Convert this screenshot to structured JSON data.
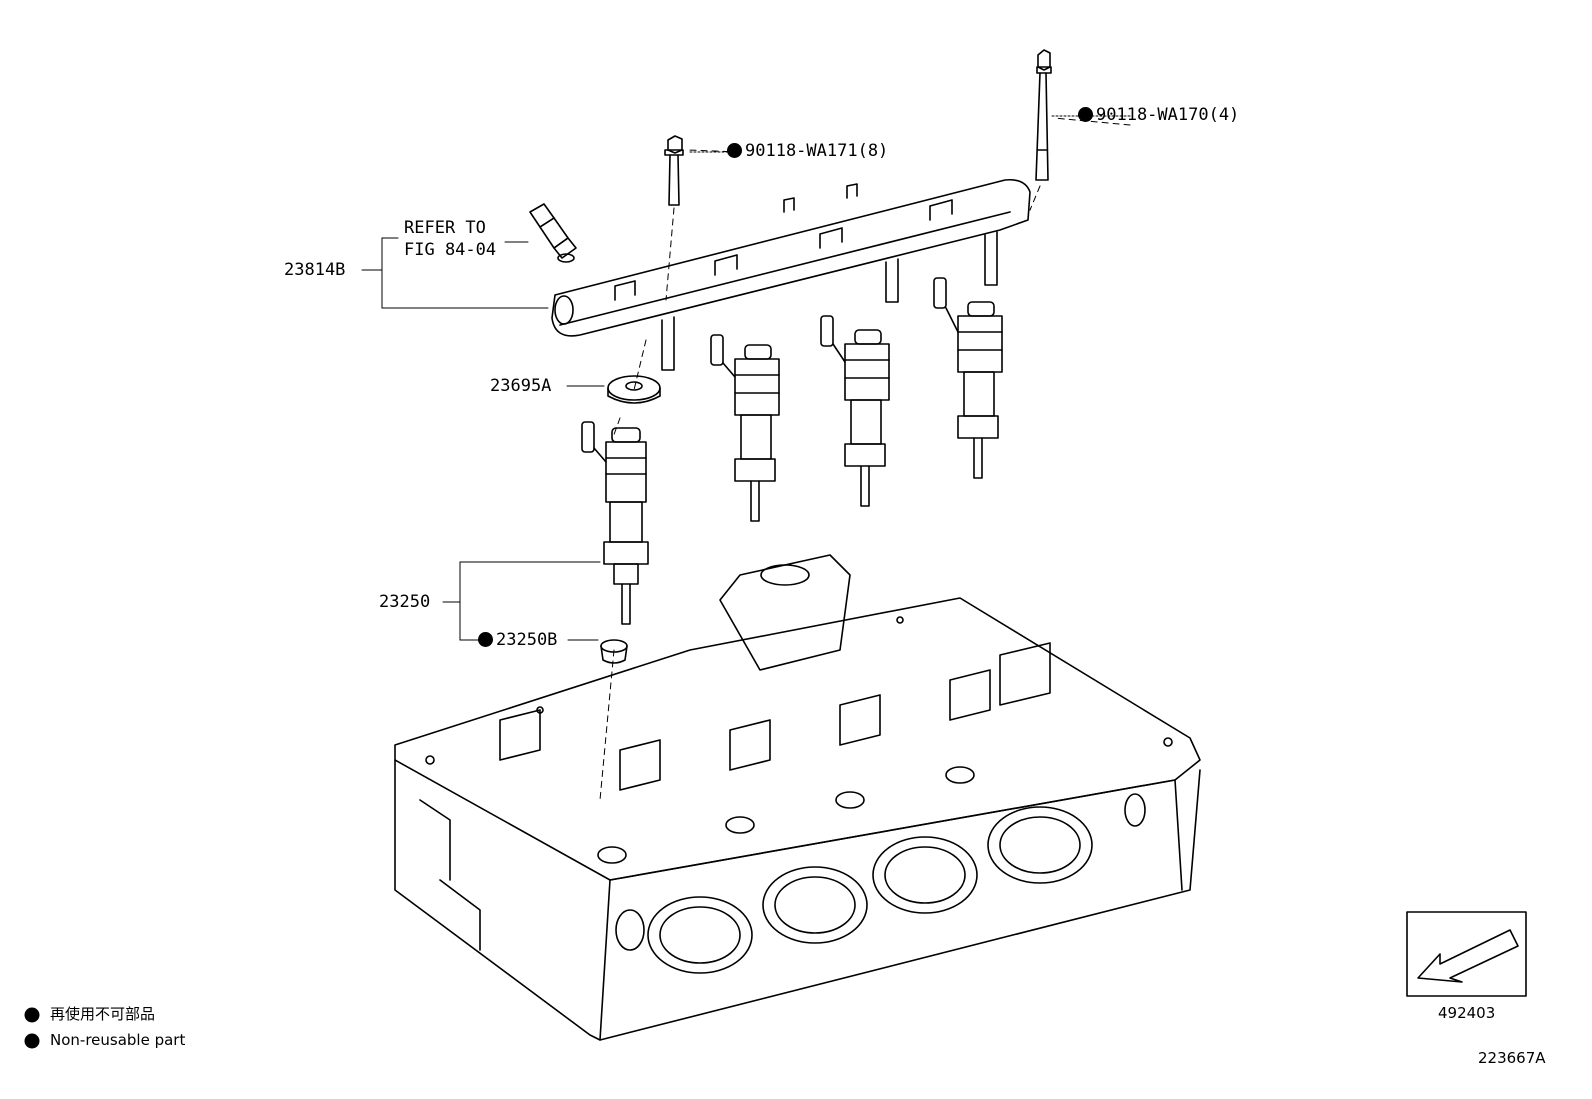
{
  "callouts": {
    "bolt_long": "90118-WA170(4)",
    "bolt_short": "90118-WA171(8)",
    "refer_line1": "REFER TO",
    "refer_line2": "FIG 84-04",
    "fuel_rail": "23814B",
    "rail_insulator": "23695A",
    "injector": "23250",
    "injector_seal": "23250B"
  },
  "legend": {
    "japanese": "再使用不可部品",
    "english": "Non-reusable part"
  },
  "view_box": {
    "code": "492403"
  },
  "figure_code": "223667A"
}
